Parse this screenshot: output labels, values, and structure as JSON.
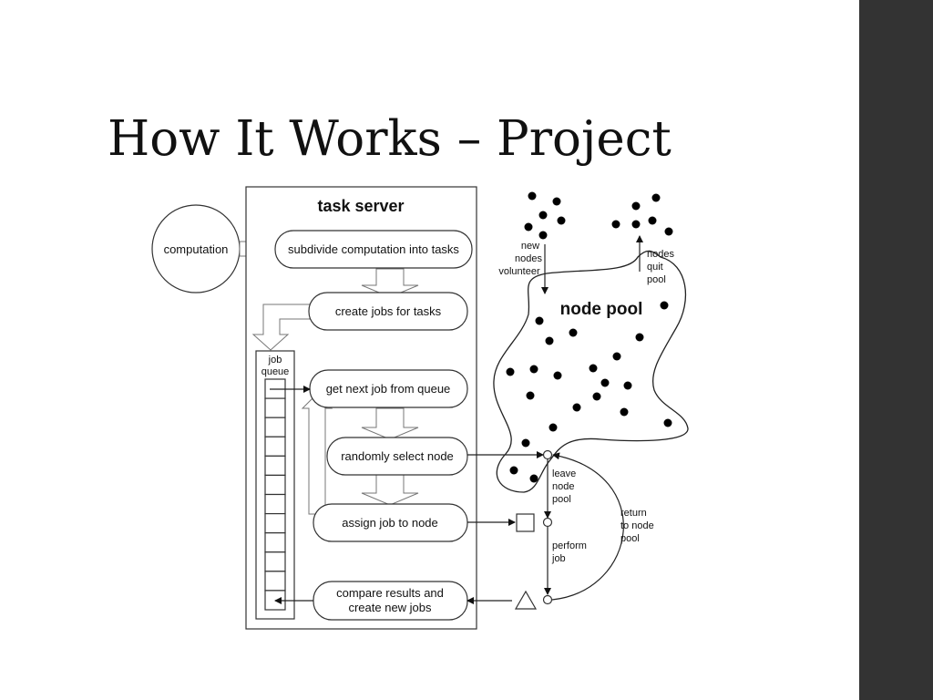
{
  "slide": {
    "title": "How It Works – Project"
  },
  "colors": {
    "sidebar": "#333333",
    "background": "#ffffff",
    "ink": "#111111"
  },
  "diagram": {
    "computation": "computation",
    "task_server": {
      "title": "task server",
      "steps": {
        "subdivide": "subdivide computation into tasks",
        "create_jobs": "create jobs for tasks",
        "get_next_job": "get next job from queue",
        "select_node": "randomly select node",
        "assign_job": "assign job to node",
        "compare_line1": "compare results and",
        "compare_line2": "create new jobs"
      },
      "job_queue": {
        "line1": "job",
        "line2": "queue",
        "slots": 12
      }
    },
    "node_pool": {
      "label": "node pool",
      "new_nodes": [
        "new",
        "nodes",
        "volunteer"
      ],
      "quit_nodes": [
        "nodes",
        "quit",
        "pool"
      ],
      "leave_pool": [
        "leave",
        "node",
        "pool"
      ],
      "perform_job": [
        "perform",
        "job"
      ],
      "return_pool": [
        "return",
        "to node",
        "pool"
      ]
    }
  }
}
